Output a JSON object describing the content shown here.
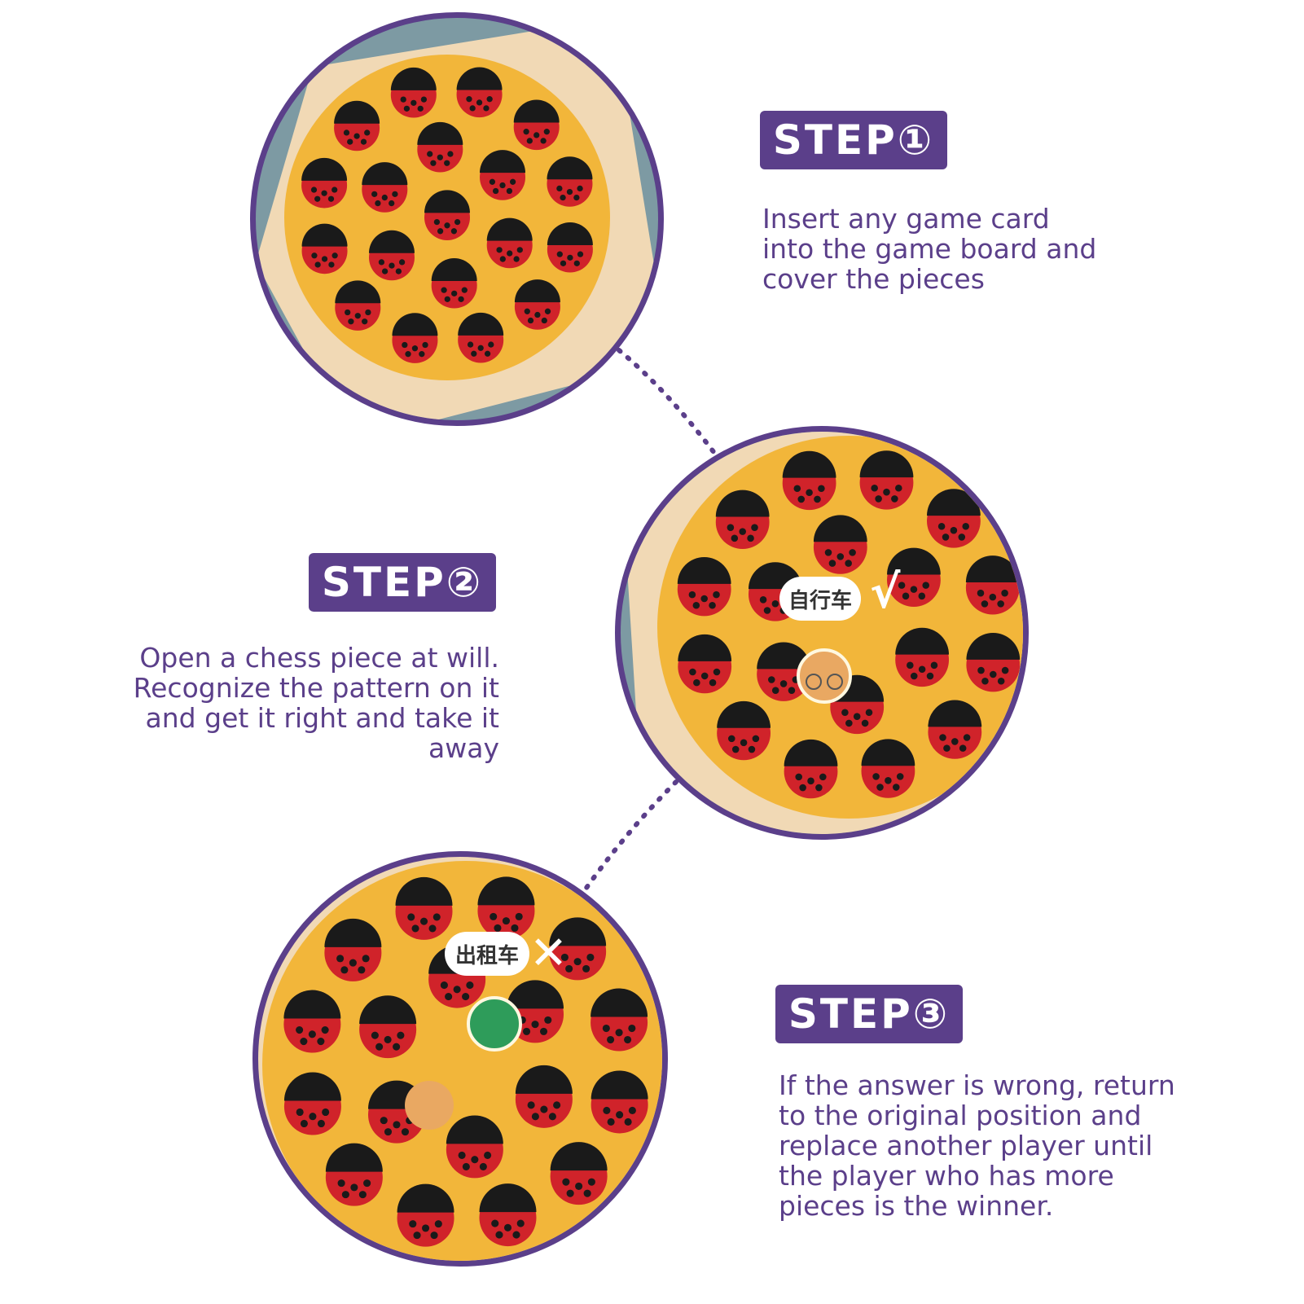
{
  "steps": [
    {
      "badge": "STEP①",
      "lines": [
        "Insert any game card",
        "into the game board and",
        "cover the pieces"
      ]
    },
    {
      "badge": "STEP②",
      "lines": [
        "Open a chess piece at will.",
        "Recognize the pattern on it",
        "and get it right and take it",
        "away"
      ],
      "bubble": "自行车",
      "mark": "√"
    },
    {
      "badge": "STEP③",
      "lines": [
        "If the answer is wrong, return",
        "to the original position and",
        "replace another player until",
        "the player who has more",
        "pieces is the winner."
      ],
      "bubble": "出租车",
      "mark": "✕"
    }
  ],
  "colors": {
    "accent": "#5b3f8a",
    "board": "#f2b63a",
    "ladybug": "#d0232a",
    "wood": "#f1d9b5",
    "table": "#7d9aa3"
  }
}
